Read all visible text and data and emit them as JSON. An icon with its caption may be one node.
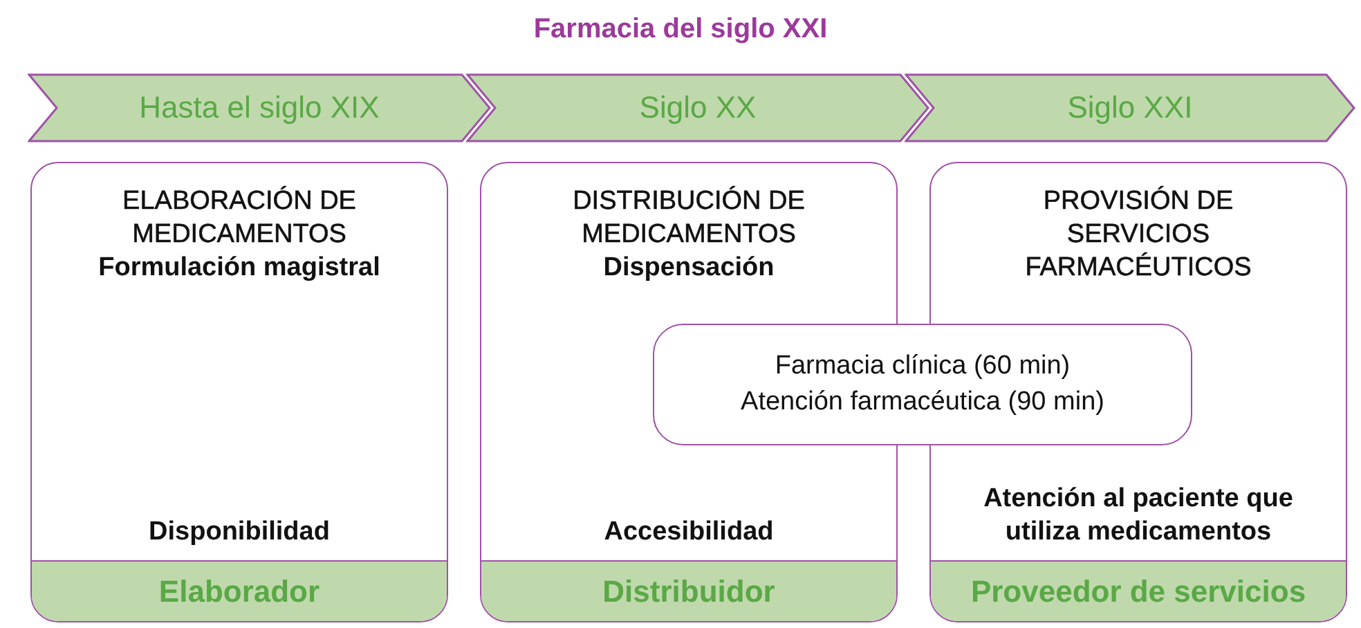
{
  "diagram": {
    "title": "Farmacia del siglo XXI",
    "nodes": [
      {
        "text": [
          "Hasta el siglo XIX"
        ]
      },
      {
        "text": [
          "Siglo XX"
        ]
      },
      {
        "text": [
          "Siglo XXI"
        ]
      },
      {
        "text": [
          "ELABORACIÓN DE MEDICAMENTOS",
          "Formulación magistral",
          "Disponibilidad"
        ]
      },
      {
        "text": [
          "Elaborador"
        ],
        "in": 3
      },
      {
        "text": [
          "DISTRIBUCIÓN DE MEDICAMENTOS",
          "Dispensación",
          "Accesibilidad"
        ]
      },
      {
        "text": [
          "Distribuidor"
        ],
        "in": 5
      },
      {
        "text": [
          "PROVISIÓN DE SERVICIOS FARMACÉUTICOS",
          "Atención al paciente que utiliza medicamentos"
        ]
      },
      {
        "text": [
          "Proveedor de servicios"
        ],
        "in": 7
      },
      {
        "text": [
          "Farmacia clínica (60 min)",
          "Atención farmacéutica (90 min)"
        ]
      }
    ]
  }
}
